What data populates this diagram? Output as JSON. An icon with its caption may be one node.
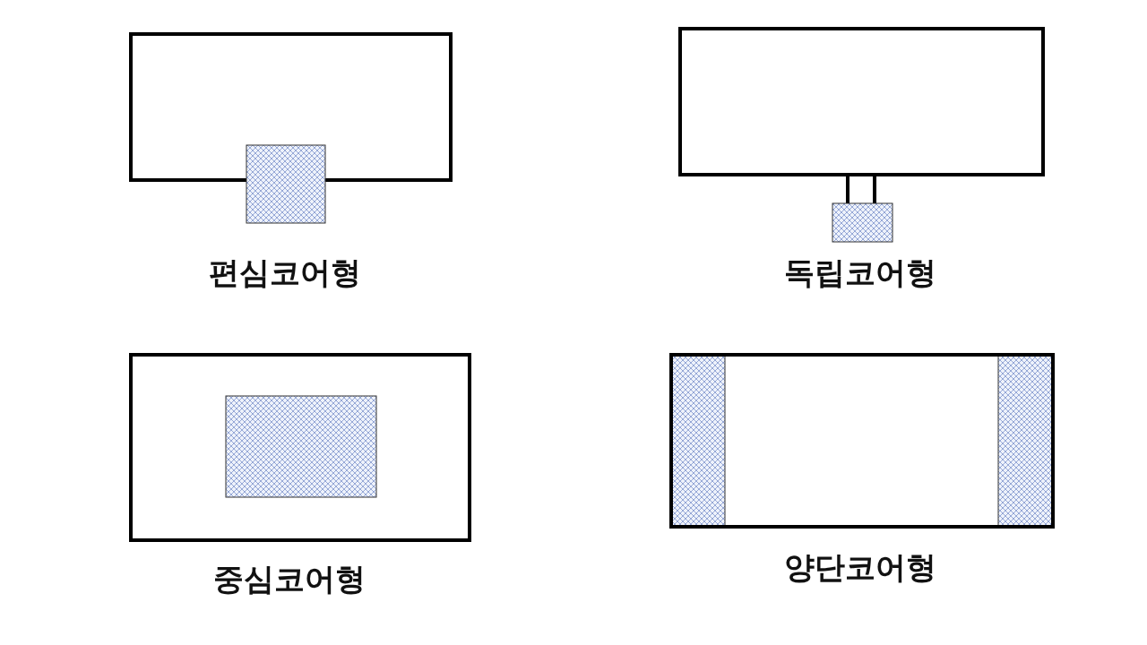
{
  "diagram": {
    "labels": [
      "편심코어형",
      "독립코어형",
      "중심코어형",
      "양단코어형"
    ]
  }
}
